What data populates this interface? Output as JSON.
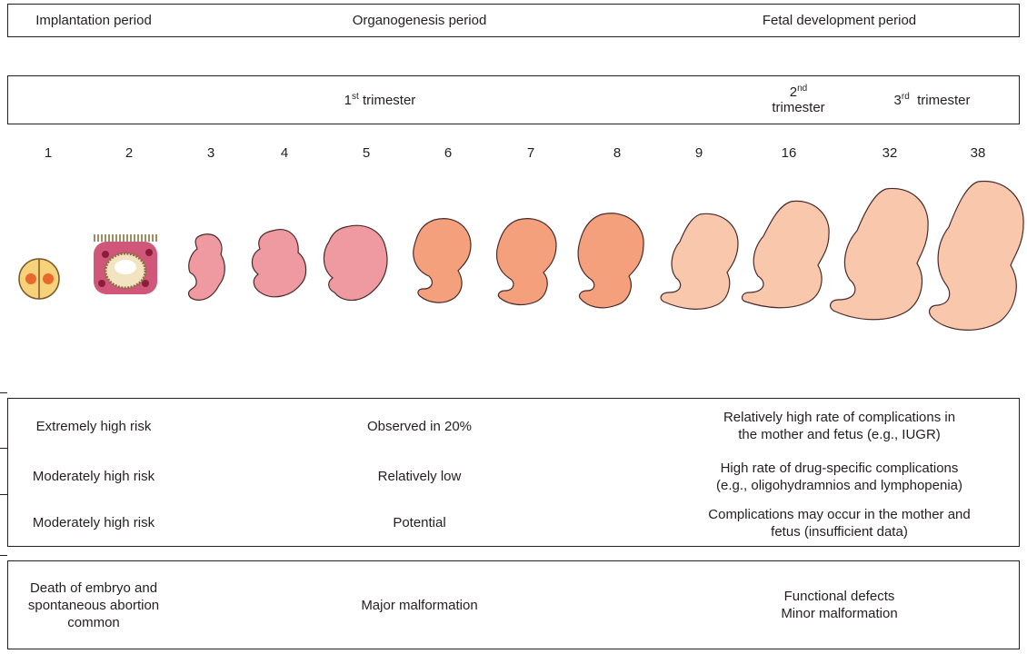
{
  "periods": [
    "Implantation period",
    "Organogenesis period",
    "Fetal development period"
  ],
  "trimesters": {
    "first": {
      "ordinal": "1",
      "sup": "st",
      "suffix": " trimester"
    },
    "second": {
      "ordinal": "2",
      "sup": "nd",
      "suffix": "trimester"
    },
    "third": {
      "ordinal": "3",
      "sup": "rd",
      "suffix": "  trimester"
    }
  },
  "weeks": [
    "1",
    "2",
    "3",
    "4",
    "5",
    "6",
    "7",
    "8",
    "9",
    "16",
    "32",
    "38"
  ],
  "rows": [
    {
      "implantation": "Extremely high risk",
      "organogenesis": "Observed in 20%",
      "fetal": [
        "Relatively high rate of complications in",
        "the mother and fetus (e.g., IUGR)"
      ]
    },
    {
      "implantation": "Moderately high risk",
      "organogenesis": "Relatively low",
      "fetal": [
        "High rate of drug-specific complications",
        "(e.g., oligohydramnios and lymphopenia)"
      ]
    },
    {
      "implantation": "Moderately high risk",
      "organogenesis": "Potential",
      "fetal": [
        "Complications may occur in the mother and",
        "fetus (insufficient data)"
      ]
    }
  ],
  "outcomes": {
    "implantation": [
      "Death of embryo and",
      "spontaneous abortion",
      "common"
    ],
    "organogenesis": "Major malformation",
    "fetal": [
      "Functional defects",
      "Minor malformation"
    ]
  },
  "colors": {
    "line": "#231f20",
    "embryo_early": "#ef9aa0",
    "embryo_mid": "#f4a07c",
    "fetus": "#f9c7ac"
  }
}
